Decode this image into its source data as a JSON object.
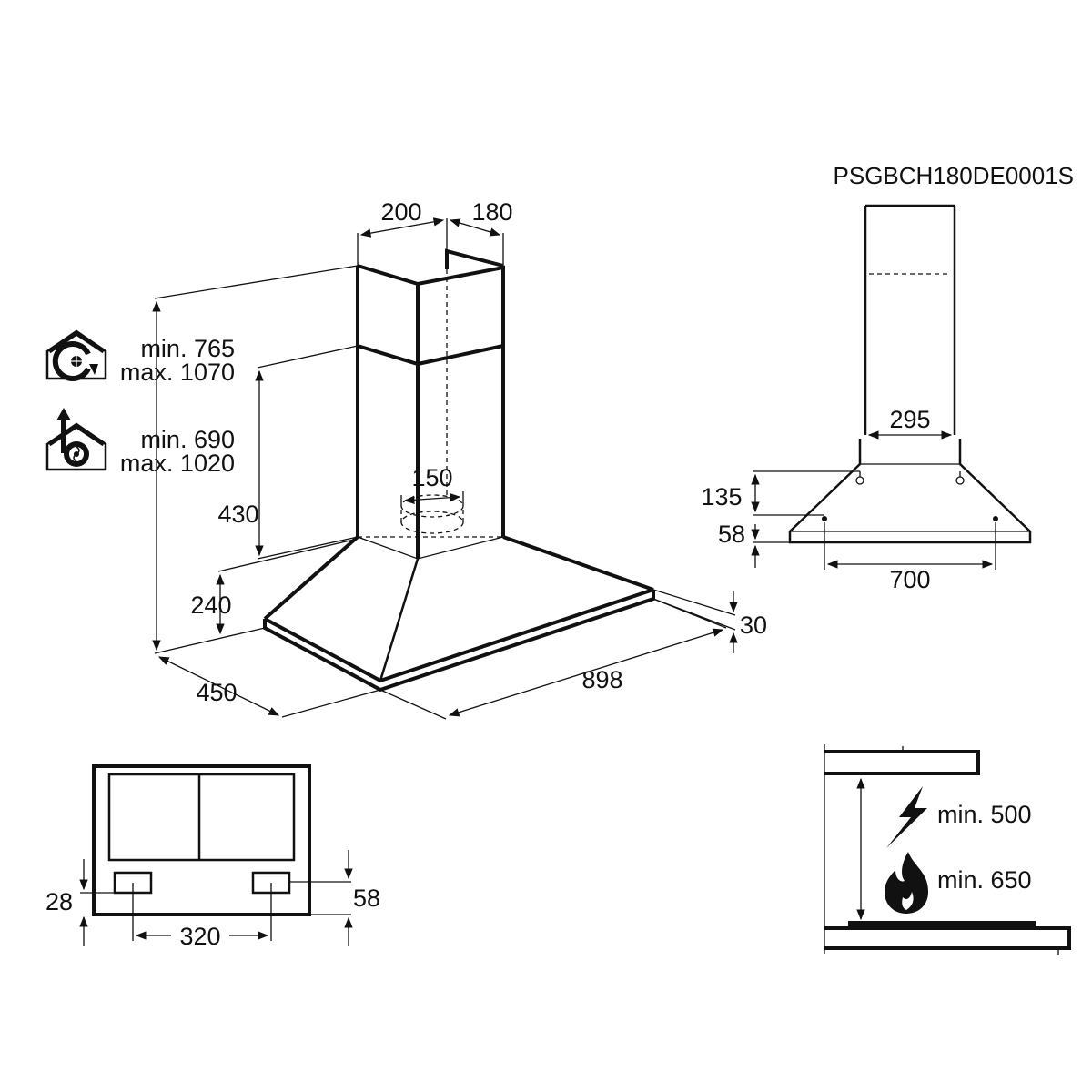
{
  "model_code": "PSGBCH180DE0001S",
  "main_view": {
    "chimney_width": "200",
    "chimney_depth": "180",
    "recirculation_min": "min. 765",
    "recirculation_max": "max. 1070",
    "extraction_min": "min. 690",
    "extraction_max": "max. 1020",
    "lower_chimney_height": "430",
    "outlet_diameter": "150",
    "canopy_height": "240",
    "depth": "450",
    "width": "898",
    "rim_height": "30"
  },
  "side_view": {
    "chimney_width": "295",
    "bracket_offset": "135",
    "edge_offset": "58",
    "hole_spacing": "700"
  },
  "bottom_view": {
    "left_offset": "28",
    "right_offset": "58",
    "spacing": "320"
  },
  "clearance_view": {
    "electric_min": "min. 500",
    "gas_min": "min. 650"
  },
  "icons": {
    "recirculation": "recirculation-mode-icon",
    "extraction": "extraction-mode-icon",
    "electric": "lightning-icon",
    "gas": "flame-icon"
  }
}
